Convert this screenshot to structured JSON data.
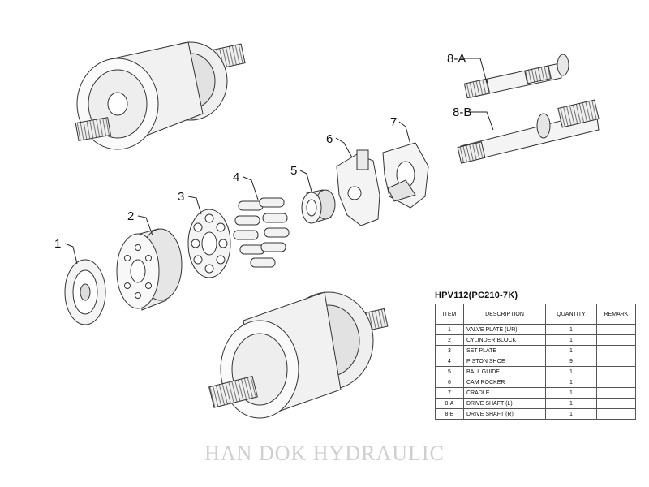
{
  "callouts": [
    "1",
    "2",
    "3",
    "4",
    "5",
    "6",
    "7",
    "8-A",
    "8-B"
  ],
  "parts_table": {
    "title": "HPV112(PC210-7K)",
    "headers": [
      "ITEM",
      "DESCRIPTION",
      "QUANTITY",
      "REMARK"
    ],
    "rows": [
      {
        "item": "1",
        "description": "VALVE PLATE (L/R)",
        "quantity": "1",
        "remark": ""
      },
      {
        "item": "2",
        "description": "CYLINDER BLOCK",
        "quantity": "1",
        "remark": ""
      },
      {
        "item": "3",
        "description": "SET PLATE",
        "quantity": "1",
        "remark": ""
      },
      {
        "item": "4",
        "description": "PISTON SHOE",
        "quantity": "9",
        "remark": ""
      },
      {
        "item": "5",
        "description": "BALL GUIDE",
        "quantity": "1",
        "remark": ""
      },
      {
        "item": "6",
        "description": "CAM ROCKER",
        "quantity": "1",
        "remark": ""
      },
      {
        "item": "7",
        "description": "CRADLE",
        "quantity": "1",
        "remark": ""
      },
      {
        "item": "8-A",
        "description": "DRIVE SHAFT (L)",
        "quantity": "1",
        "remark": ""
      },
      {
        "item": "8-B",
        "description": "DRIVE SHAFT (R)",
        "quantity": "1",
        "remark": ""
      }
    ]
  },
  "watermark": "HAN DOK HYDRAULIC"
}
